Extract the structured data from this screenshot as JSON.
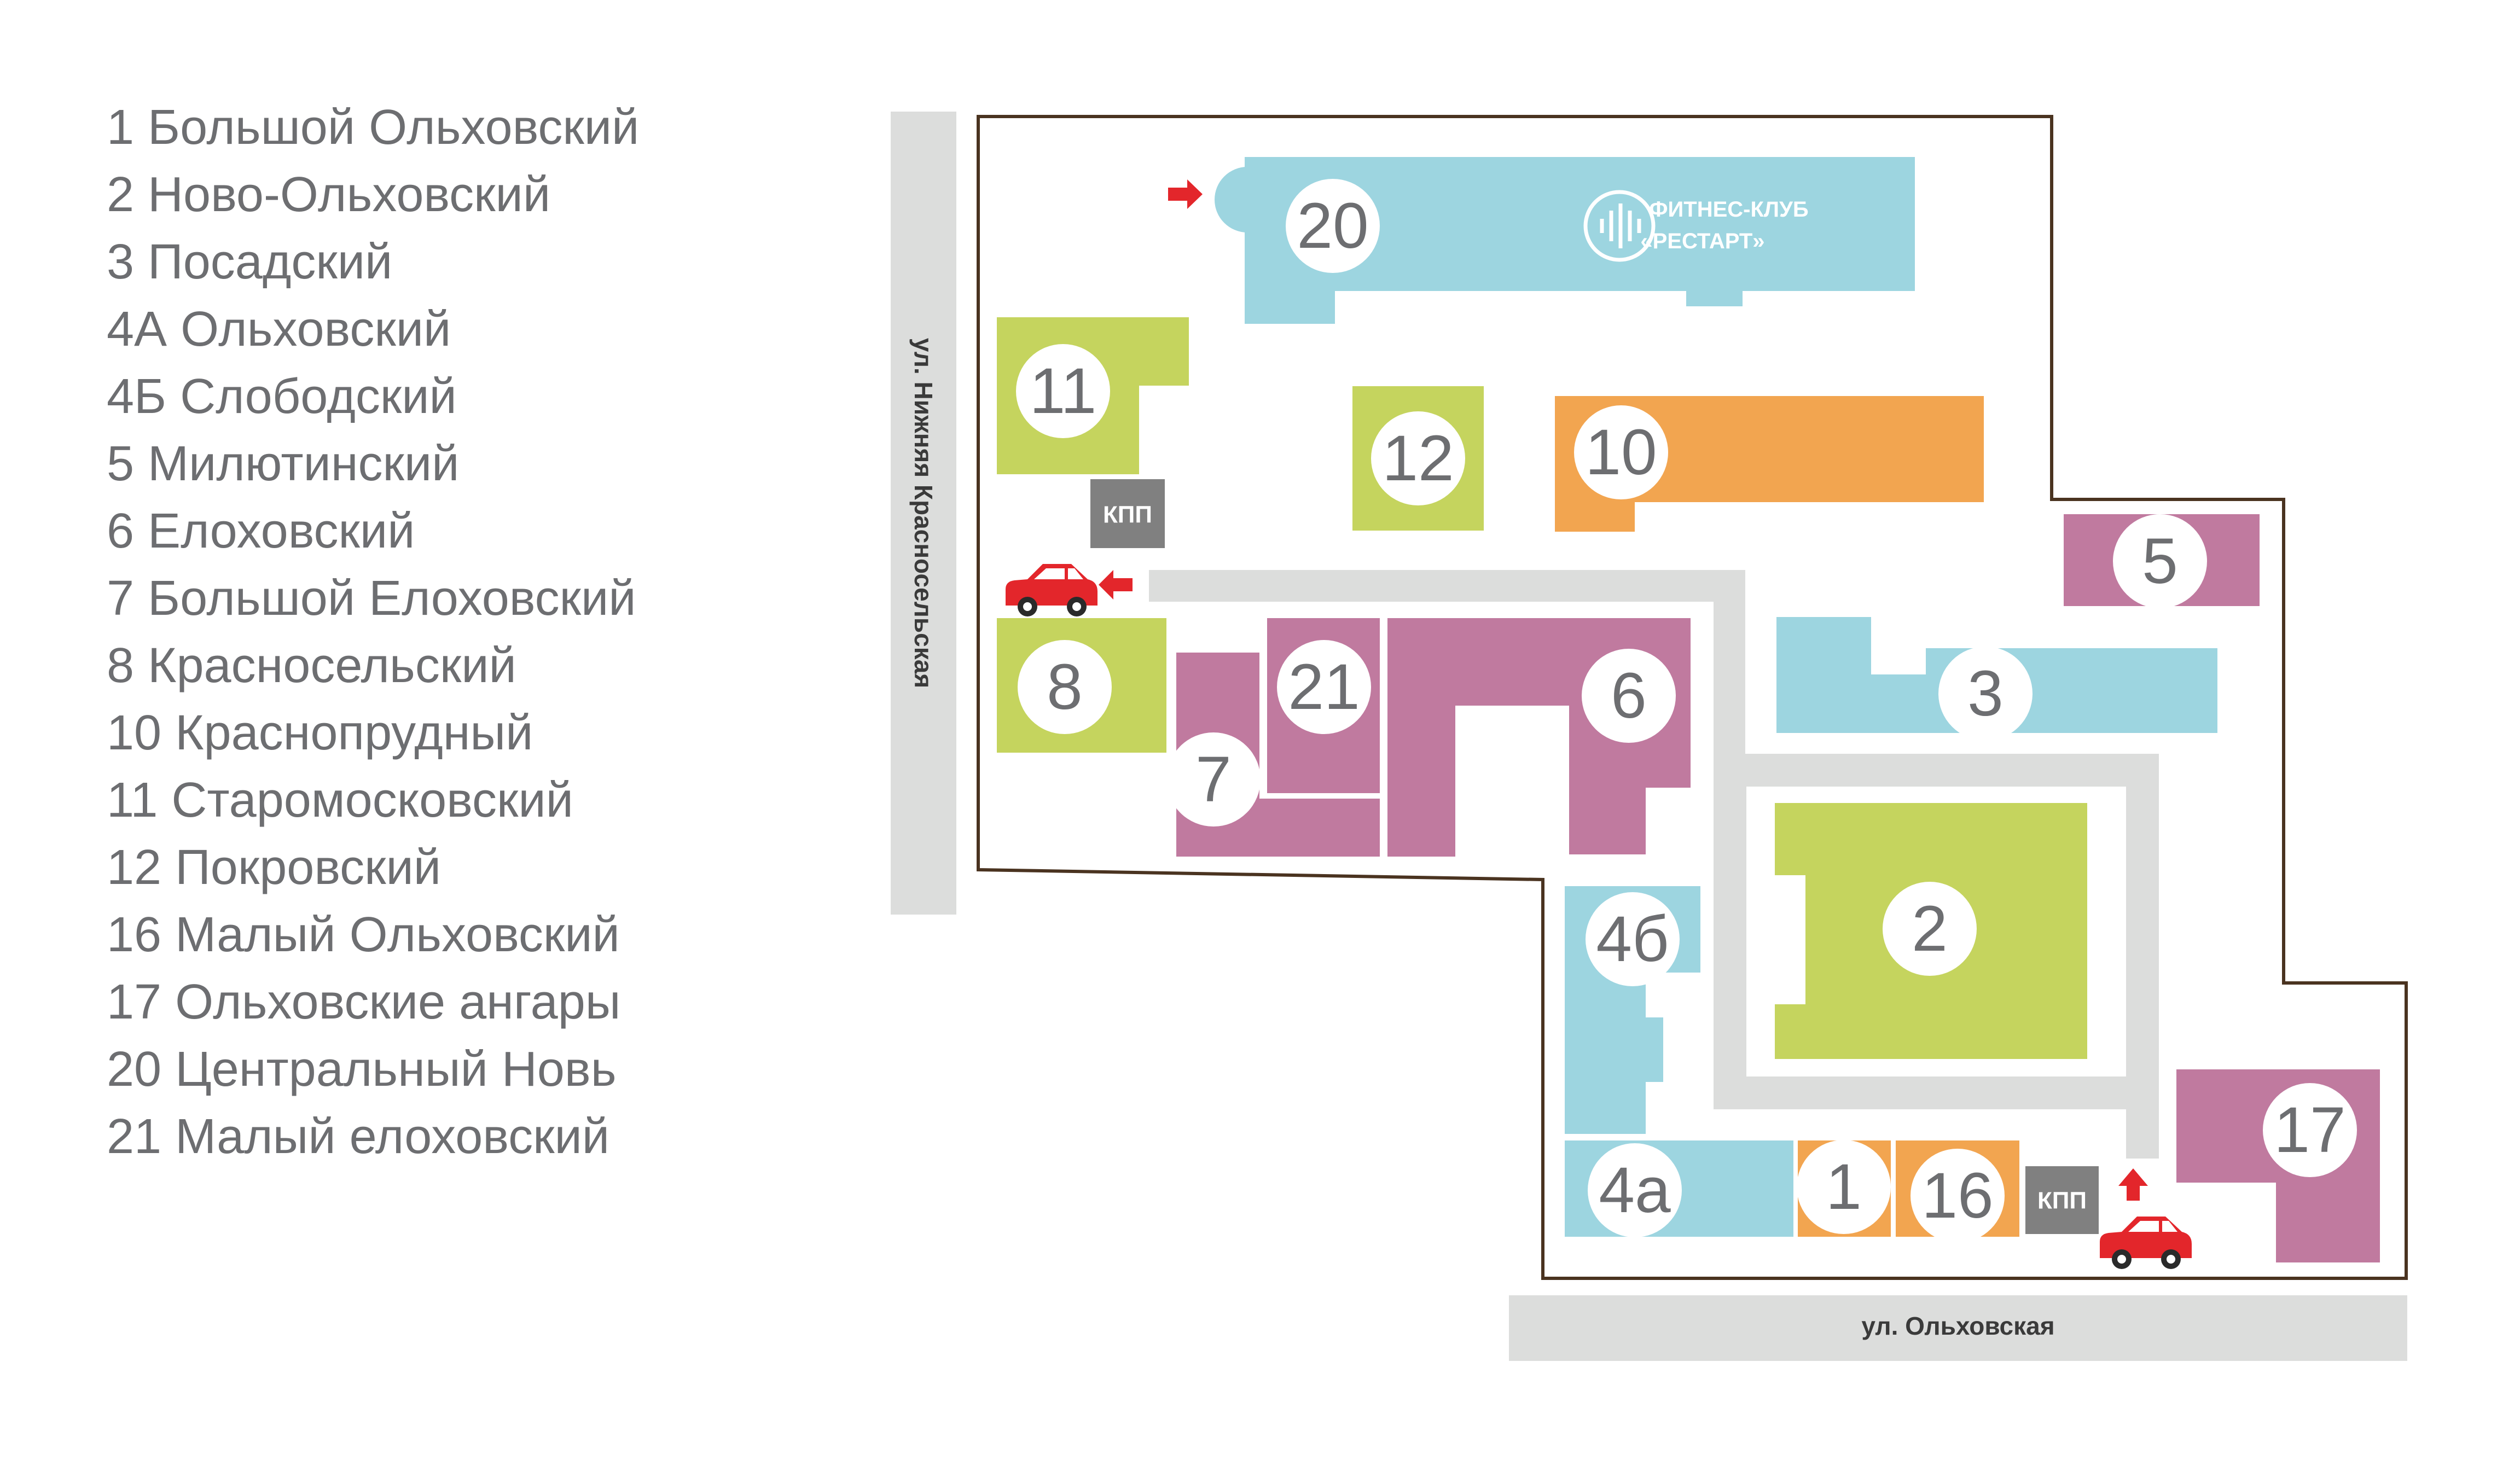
{
  "legend": [
    "1 Большой Ольховский",
    "2 Ново-Ольховский",
    "3 Посадский",
    "4А Ольховский",
    "4Б Слободский",
    "5 Милютинский",
    "6 Елоховский",
    "7 Большой Елоховский",
    "8 Красносельский",
    "10 Краснопрудный",
    "11 Старомосковский",
    "12 Покровский",
    "16 Малый Ольховский",
    "17 Ольховские ангары",
    "20 Центральный Новь",
    "21 Малый елоховский"
  ],
  "streets": {
    "left": "ул. Нижняя Красносельская",
    "bottom": "ул. Ольховская"
  },
  "gates": {
    "top": "КПП",
    "bottom": "КПП"
  },
  "fitness": {
    "line1": "ФИТНЕС-КЛУБ",
    "line2": "«РЕСТАРТ»"
  },
  "buildings": {
    "b1": "1",
    "b2": "2",
    "b3": "3",
    "b4a": "4а",
    "b4b": "4б",
    "b5": "5",
    "b6": "6",
    "b7": "7",
    "b8": "8",
    "b10": "10",
    "b11": "11",
    "b12": "12",
    "b16": "16",
    "b17": "17",
    "b20": "20",
    "b21": "21"
  },
  "colors": {
    "blue": "#9dd5e0",
    "green": "#c5d45e",
    "orange": "#f2a550",
    "pink": "#c07a9f",
    "road": "#dcdddc",
    "gate": "#808080",
    "boundary": "#4a3320",
    "arrow": "#e3262b",
    "label": "#6d6e71"
  }
}
